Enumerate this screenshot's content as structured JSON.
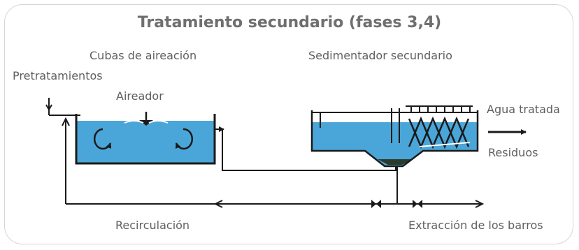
{
  "title": "Tratamiento secundario (fases 3,4)",
  "labels": {
    "cubas": "Cubas de aireación",
    "sedimentador": "Sedimentador secundario",
    "pretratamientos": "Pretratamientos",
    "aireador": "Aireador",
    "agua_tratada": "Agua tratada",
    "residuos": "Residuos",
    "recirculacion": "Recirculación",
    "extraccion": "Extracción de los barros"
  },
  "colors": {
    "water": "#4aa6d8",
    "outline": "#1a1a1a",
    "sludge": "#2b3a2b",
    "text": "#5f5f5f",
    "title": "#6f6f6f"
  }
}
